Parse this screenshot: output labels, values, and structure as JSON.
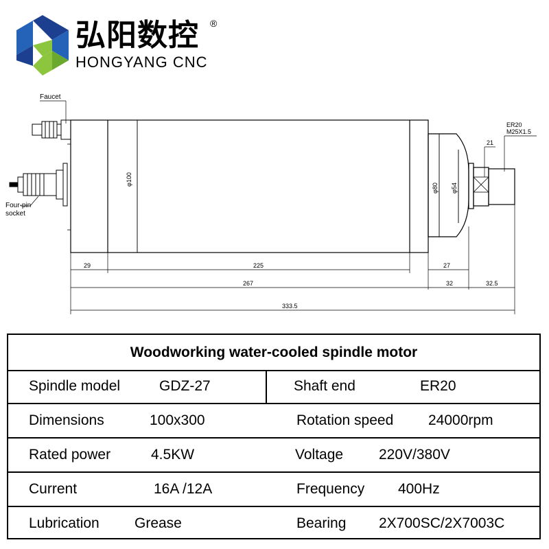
{
  "brand": {
    "name_cn": "弘阳数控",
    "reg_mark": "®",
    "name_en": "HONGYANG CNC",
    "colors": {
      "blue": "#2563b8",
      "green": "#8cc63f",
      "dark_blue": "#1d3f8f"
    }
  },
  "drawing": {
    "labels": {
      "faucet": "Faucet",
      "four_pin_socket_1": "Four-pin",
      "four_pin_socket_2": "socket",
      "collet_1": "ER20",
      "collet_2": "M25X1.5"
    },
    "dimensions": {
      "body_diameter": "φ100",
      "flange_diameter": "φ80",
      "nose_diameter": "φ54",
      "wrench_flat": "21",
      "cap_length": "29",
      "body_length": "225",
      "flange_length": "27",
      "housing_length": "267",
      "nose_length": "32",
      "nut_length": "32.5",
      "overall_length": "333.5"
    }
  },
  "specs": {
    "title": "Woodworking water-cooled spindle motor",
    "rows": [
      {
        "left_label": "Spindle model",
        "left_value": "GDZ-27",
        "right_label": "Shaft end",
        "right_value": "ER20"
      },
      {
        "left_label": "Dimensions",
        "left_value": "100x300",
        "right_label": "Rotation speed",
        "right_value": "24000rpm"
      },
      {
        "left_label": "Rated power",
        "left_value": "4.5KW",
        "right_label": "Voltage",
        "right_value": "220V/380V"
      },
      {
        "left_label": "Current",
        "left_value": "16A /12A",
        "right_label": "Frequency",
        "right_value": "400Hz"
      },
      {
        "left_label": "Lubrication",
        "left_value": "Grease",
        "right_label": "Bearing",
        "right_value": "2X700SC/2X7003C"
      }
    ]
  }
}
